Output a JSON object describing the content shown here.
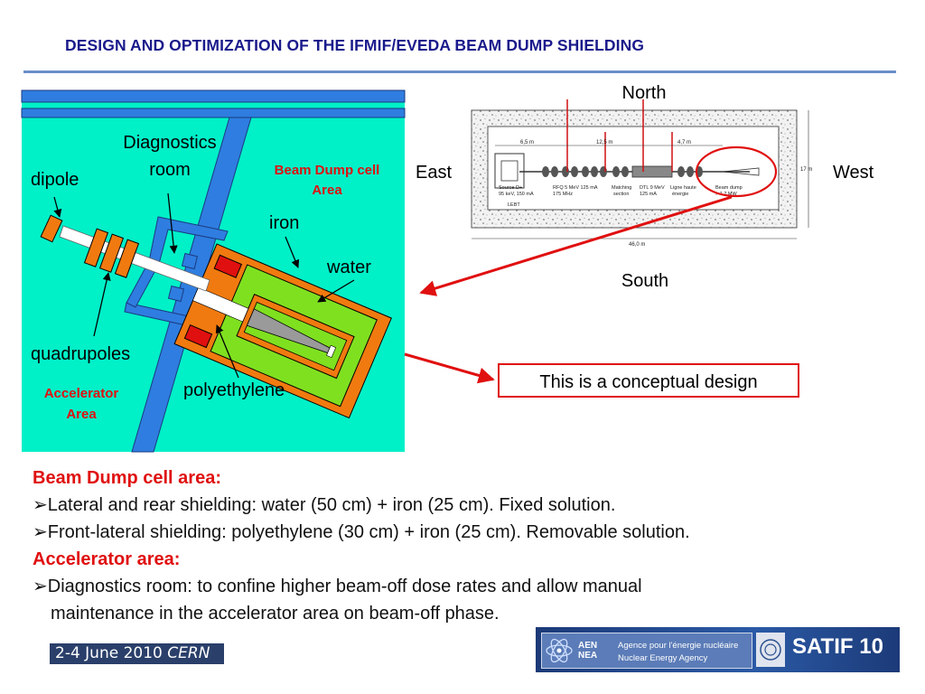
{
  "title": "DESIGN AND OPTIMIZATION OF THE IFMIF/EVEDA BEAM DUMP SHIELDING",
  "left_diagram": {
    "label_diagnostics_line1": "Diagnostics",
    "label_diagnostics_line2": "room",
    "label_dipole": "dipole",
    "label_beam_dump_line1": "Beam Dump cell",
    "label_beam_dump_line2": "Area",
    "label_iron": "iron",
    "label_water": "water",
    "label_quadrupoles": "quadrupoles",
    "label_accelerator_line1": "Accelerator",
    "label_accelerator_line2": "Area",
    "label_polyethylene": "polyethylene"
  },
  "right_diagram": {
    "north": "North",
    "south": "South",
    "east": "East",
    "west": "West",
    "dim_65": "6,5 m",
    "dim_125": "12,5 m",
    "dim_47": "4,7 m",
    "dim_17": "17 m",
    "dim_46": "46,0 m",
    "source_l1": "Source D+",
    "source_l2": "95 keV, 150 mA",
    "lebt": "LEBT",
    "rfq_l1": "RFQ 5 MeV 125 mA",
    "rfq_l2": "175 MHz",
    "matching_l1": "Matching",
    "matching_l2": "section",
    "dtl_l1": "DTL 9 MeV",
    "dtl_l2": "125 mA",
    "ligne_l1": "Ligne haute",
    "ligne_l2": "énergie",
    "bd_l1": "Beam dump",
    "bd_l2": "> 1,2 MW"
  },
  "callout": "This is a conceptual design",
  "bullets": {
    "heading1": "Beam Dump cell area:",
    "item1": "Lateral and rear shielding: water (50 cm) + iron (25 cm). Fixed solution.",
    "item2": "Front-lateral shielding: polyethylene (30 cm) + iron (25 cm). Removable solution.",
    "heading2": "Accelerator area:",
    "item3_line1": "Diagnostics room: to confine higher beam-off dose rates and allow manual",
    "item3_line2": "maintenance in the accelerator area on beam-off phase.",
    "bullet_glyph": "➢"
  },
  "footer": {
    "date": "2-4 June 2010",
    "place": "CERN",
    "nea_abbr1": "AEN",
    "nea_abbr2": "NEA",
    "nea_line1": "Agence pour l'énergie nucléaire",
    "nea_line2": "Nuclear Energy Agency",
    "satif": "SATIF 10"
  },
  "colors": {
    "title": "#1a1a8c",
    "cyan": "#00f0c8",
    "wall_blue": "#2f7de0",
    "iron_orange": "#f07a10",
    "water_green": "#7fe020",
    "poly_red": "#e01010",
    "accent_red": "#e01010"
  }
}
